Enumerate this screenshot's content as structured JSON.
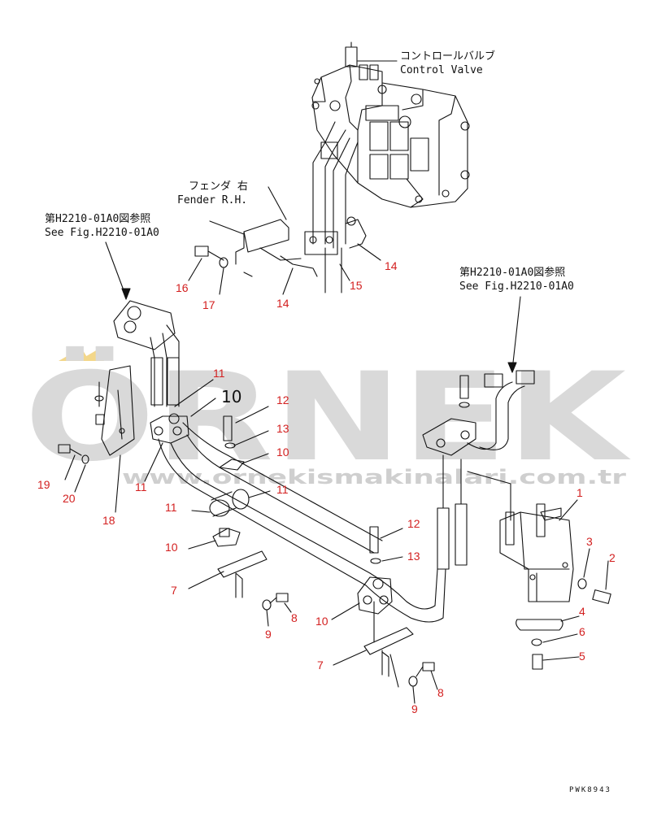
{
  "watermark": {
    "brand": "ÖRNEK",
    "url": "www.ornekismakinalari.com.tr",
    "color": "#d9d9d9",
    "accent": "#f3d78a"
  },
  "annotations": {
    "control_valve_jp": "コントロールバルブ",
    "control_valve_en": "Control Valve",
    "fender_jp": "フェンダ 右",
    "fender_en": "Fender R.H.",
    "ref_left_jp": "第H2210-01A0図参照",
    "ref_left_en": "See Fig.H2210-01A0",
    "ref_right_jp": "第H2210-01A0図参照",
    "ref_right_en": "See Fig.H2210-01A0",
    "callout_10_black": "10",
    "drawing_code": "PWK8943"
  },
  "part_numbers": [
    {
      "id": "p14a",
      "text": "14"
    },
    {
      "id": "p15",
      "text": "15"
    },
    {
      "id": "p14b",
      "text": "14"
    },
    {
      "id": "p16",
      "text": "16"
    },
    {
      "id": "p17",
      "text": "17"
    },
    {
      "id": "p11a",
      "text": "11"
    },
    {
      "id": "p12a",
      "text": "12"
    },
    {
      "id": "p13a",
      "text": "13"
    },
    {
      "id": "p10a",
      "text": "10"
    },
    {
      "id": "p19",
      "text": "19"
    },
    {
      "id": "p20",
      "text": "20"
    },
    {
      "id": "p11b",
      "text": "11"
    },
    {
      "id": "p11c",
      "text": "11"
    },
    {
      "id": "p11d",
      "text": "11"
    },
    {
      "id": "p18",
      "text": "18"
    },
    {
      "id": "p10b",
      "text": "10"
    },
    {
      "id": "p7a",
      "text": "7"
    },
    {
      "id": "p9a",
      "text": "9"
    },
    {
      "id": "p8a",
      "text": "8"
    },
    {
      "id": "p12b",
      "text": "12"
    },
    {
      "id": "p13b",
      "text": "13"
    },
    {
      "id": "p10c",
      "text": "10"
    },
    {
      "id": "p7b",
      "text": "7"
    },
    {
      "id": "p9b",
      "text": "9"
    },
    {
      "id": "p8b",
      "text": "8"
    },
    {
      "id": "p1",
      "text": "1"
    },
    {
      "id": "p3",
      "text": "3"
    },
    {
      "id": "p2",
      "text": "2"
    },
    {
      "id": "p4",
      "text": "4"
    },
    {
      "id": "p6",
      "text": "6"
    },
    {
      "id": "p5",
      "text": "5"
    }
  ],
  "colors": {
    "line": "#111111",
    "callout_number": "#d32020"
  }
}
